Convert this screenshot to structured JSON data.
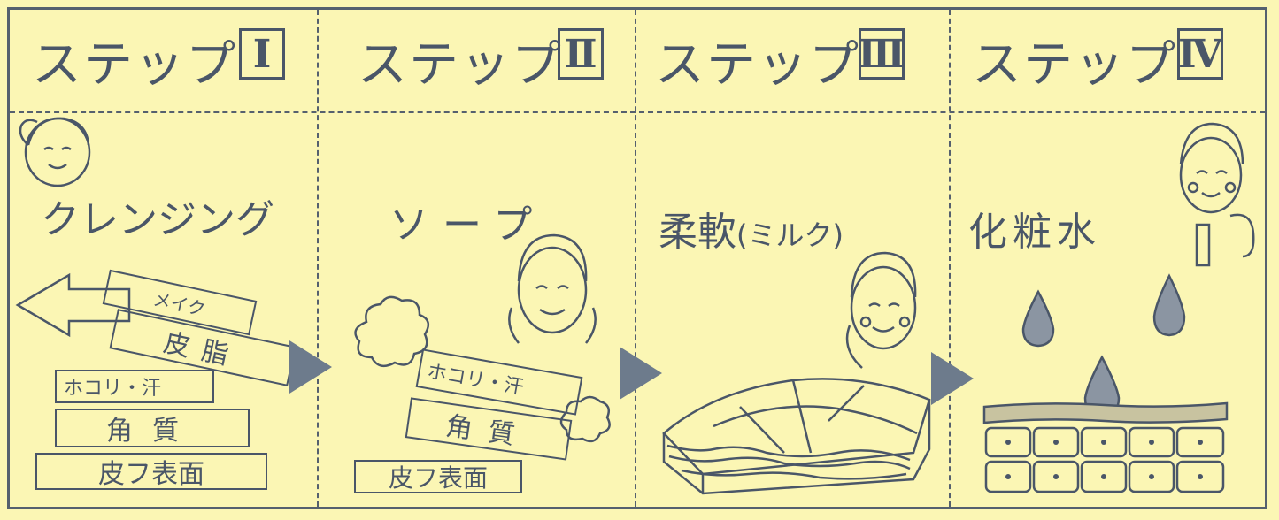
{
  "steps": [
    {
      "title": "ステップ",
      "numeral": "Ⅰ",
      "label": "クレンジング",
      "layers": [
        "メイク",
        "皮脂",
        "ホコリ・汗",
        "角質",
        "皮フ表面"
      ]
    },
    {
      "title": "ステップ",
      "numeral": "Ⅱ",
      "label": "ソープ",
      "layers": [
        "ホコリ・汗",
        "角質",
        "皮フ表面"
      ]
    },
    {
      "title": "ステップ",
      "numeral": "Ⅲ",
      "label_main": "柔軟",
      "label_sub": "(ミルク)"
    },
    {
      "title": "ステップ",
      "numeral": "Ⅳ",
      "label": "化粧水"
    }
  ],
  "colors": {
    "background": "#fbf6b4",
    "ink": "#4a5668",
    "arrow": "#6d7b8c"
  }
}
